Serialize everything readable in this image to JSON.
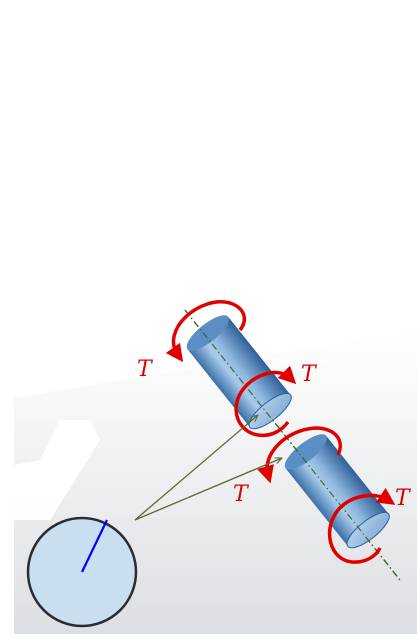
{
  "diagram": {
    "torque_labels": [
      "T",
      "T",
      "T",
      "T"
    ],
    "colors": {
      "torque": "#e00000",
      "cylinder_light": "#a9cbea",
      "cylinder_dark": "#3a6ea8",
      "cross_section_fill": "#c9dff0",
      "radius_line": "#0000ff",
      "centerline": "#3a5f1e",
      "pointer_lines": "#556b2f",
      "background_gradient": "#d9dde0"
    }
  }
}
